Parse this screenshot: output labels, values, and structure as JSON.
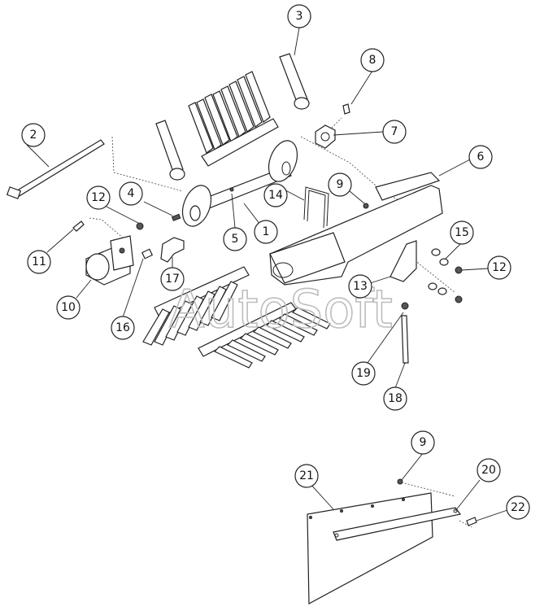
{
  "watermark": "AutoSoft",
  "callouts": [
    {
      "id": "c1",
      "label": "1"
    },
    {
      "id": "c2",
      "label": "2"
    },
    {
      "id": "c3",
      "label": "3"
    },
    {
      "id": "c4",
      "label": "4"
    },
    {
      "id": "c5",
      "label": "5"
    },
    {
      "id": "c6",
      "label": "6"
    },
    {
      "id": "c7",
      "label": "7"
    },
    {
      "id": "c8",
      "label": "8"
    },
    {
      "id": "c9a",
      "label": "9"
    },
    {
      "id": "c10",
      "label": "10"
    },
    {
      "id": "c11",
      "label": "11"
    },
    {
      "id": "c12a",
      "label": "12"
    },
    {
      "id": "c12b",
      "label": "12"
    },
    {
      "id": "c13",
      "label": "13"
    },
    {
      "id": "c14",
      "label": "14"
    },
    {
      "id": "c15",
      "label": "15"
    },
    {
      "id": "c16",
      "label": "16"
    },
    {
      "id": "c17",
      "label": "17"
    },
    {
      "id": "c18",
      "label": "18"
    },
    {
      "id": "c19",
      "label": "19"
    },
    {
      "id": "c9b",
      "label": "9"
    },
    {
      "id": "c20",
      "label": "20"
    },
    {
      "id": "c21",
      "label": "21"
    },
    {
      "id": "c22",
      "label": "22"
    }
  ]
}
